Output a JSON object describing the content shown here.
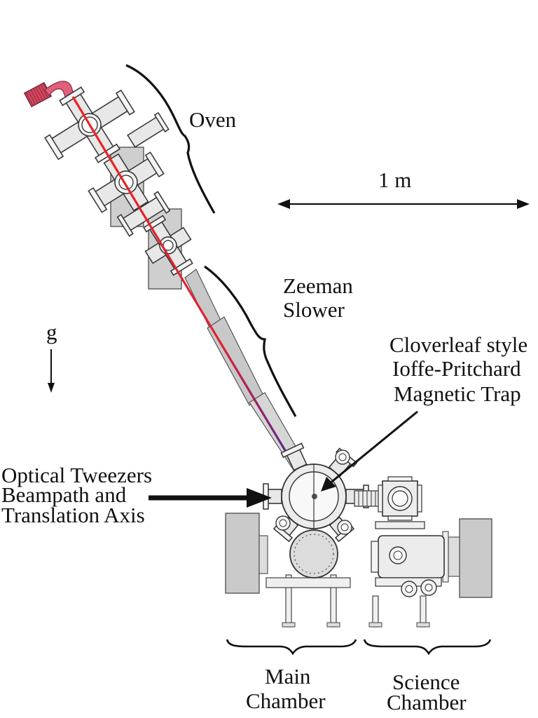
{
  "labels": {
    "oven": "Oven",
    "scale": "1 m",
    "zeeman_line1": "Zeeman",
    "zeeman_line2": "Slower",
    "gravity": "g",
    "trap_line1": "Cloverleaf style",
    "trap_line2": "Ioffe-Pritchard",
    "trap_line3": "Magnetic  Trap",
    "tweezers_line1": "Optical Tweezers",
    "tweezers_line2": "Beampath and",
    "tweezers_line3": "Translation Axis",
    "main_line1": "Main",
    "main_line2": "Chamber",
    "science_line1": "Science",
    "science_line2": "Chamber"
  },
  "colors": {
    "beam_start": "#ee2222",
    "beam_end": "#2233aa",
    "elbow": "#e0607a",
    "coil": "#c0304a"
  }
}
